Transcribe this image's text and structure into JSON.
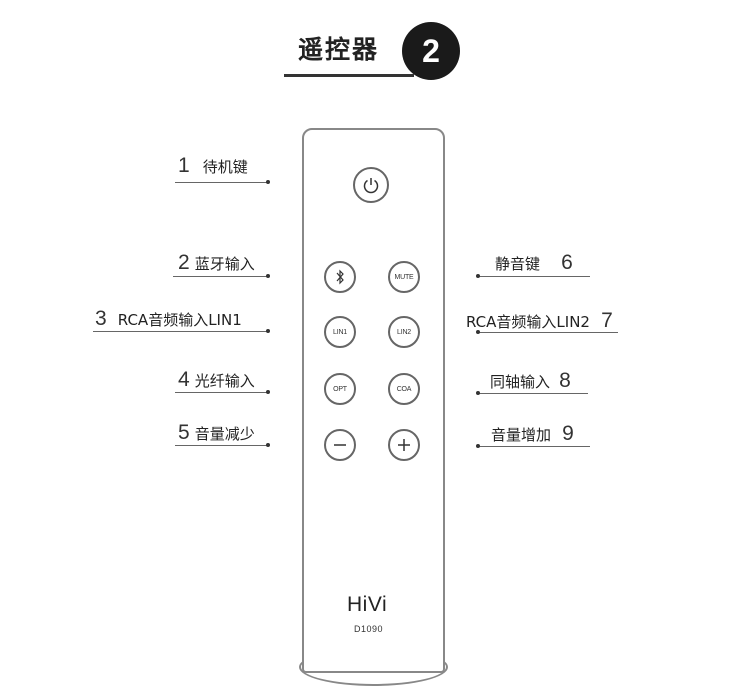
{
  "title": {
    "text": "遥控器",
    "badge": "2"
  },
  "remote": {
    "brand": "HiVi",
    "model": "D1090",
    "buttons": {
      "power": "power-icon",
      "bluetooth": "bluetooth-icon",
      "mute": "MUTE",
      "lin1": "LIN1",
      "lin2": "LIN2",
      "opt": "OPT",
      "coa": "COA",
      "vol_down": "minus-icon",
      "vol_up": "plus-icon"
    }
  },
  "labels": {
    "standby": {
      "num": "1",
      "text": "待机键"
    },
    "bluetooth": {
      "num": "2",
      "text": "蓝牙输入"
    },
    "rca1": {
      "num": "3",
      "text": "RCA音频输入LIN1"
    },
    "optical": {
      "num": "4",
      "text": "光纤输入"
    },
    "vol_down": {
      "num": "5",
      "text": "音量减少"
    },
    "mute": {
      "num": "6",
      "text": "静音键"
    },
    "rca2": {
      "num": "7",
      "text": "RCA音频输入LIN2"
    },
    "coaxial": {
      "num": "8",
      "text": "同轴输入"
    },
    "vol_up": {
      "num": "9",
      "text": "音量增加"
    }
  }
}
